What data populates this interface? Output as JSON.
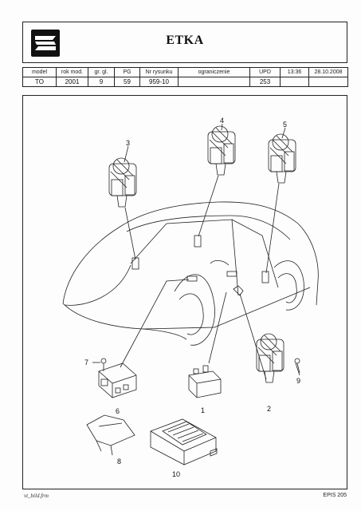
{
  "header": {
    "title": "ETKA"
  },
  "meta_table": {
    "columns": [
      "model",
      "rok mod.",
      "gr. gl.",
      "PG",
      "Nr rysunku",
      "ograniczenie",
      "UPD"
    ],
    "values": [
      "TO",
      "2001",
      "9",
      "59",
      "959-10",
      "",
      "253"
    ],
    "time": "13:36",
    "date": "28.10.2008"
  },
  "callouts": [
    "1",
    "2",
    "3",
    "4",
    "5",
    "6",
    "7",
    "8",
    "9",
    "10"
  ],
  "footer": {
    "left": "vt_bild.frm",
    "right": "EPIS 205"
  }
}
